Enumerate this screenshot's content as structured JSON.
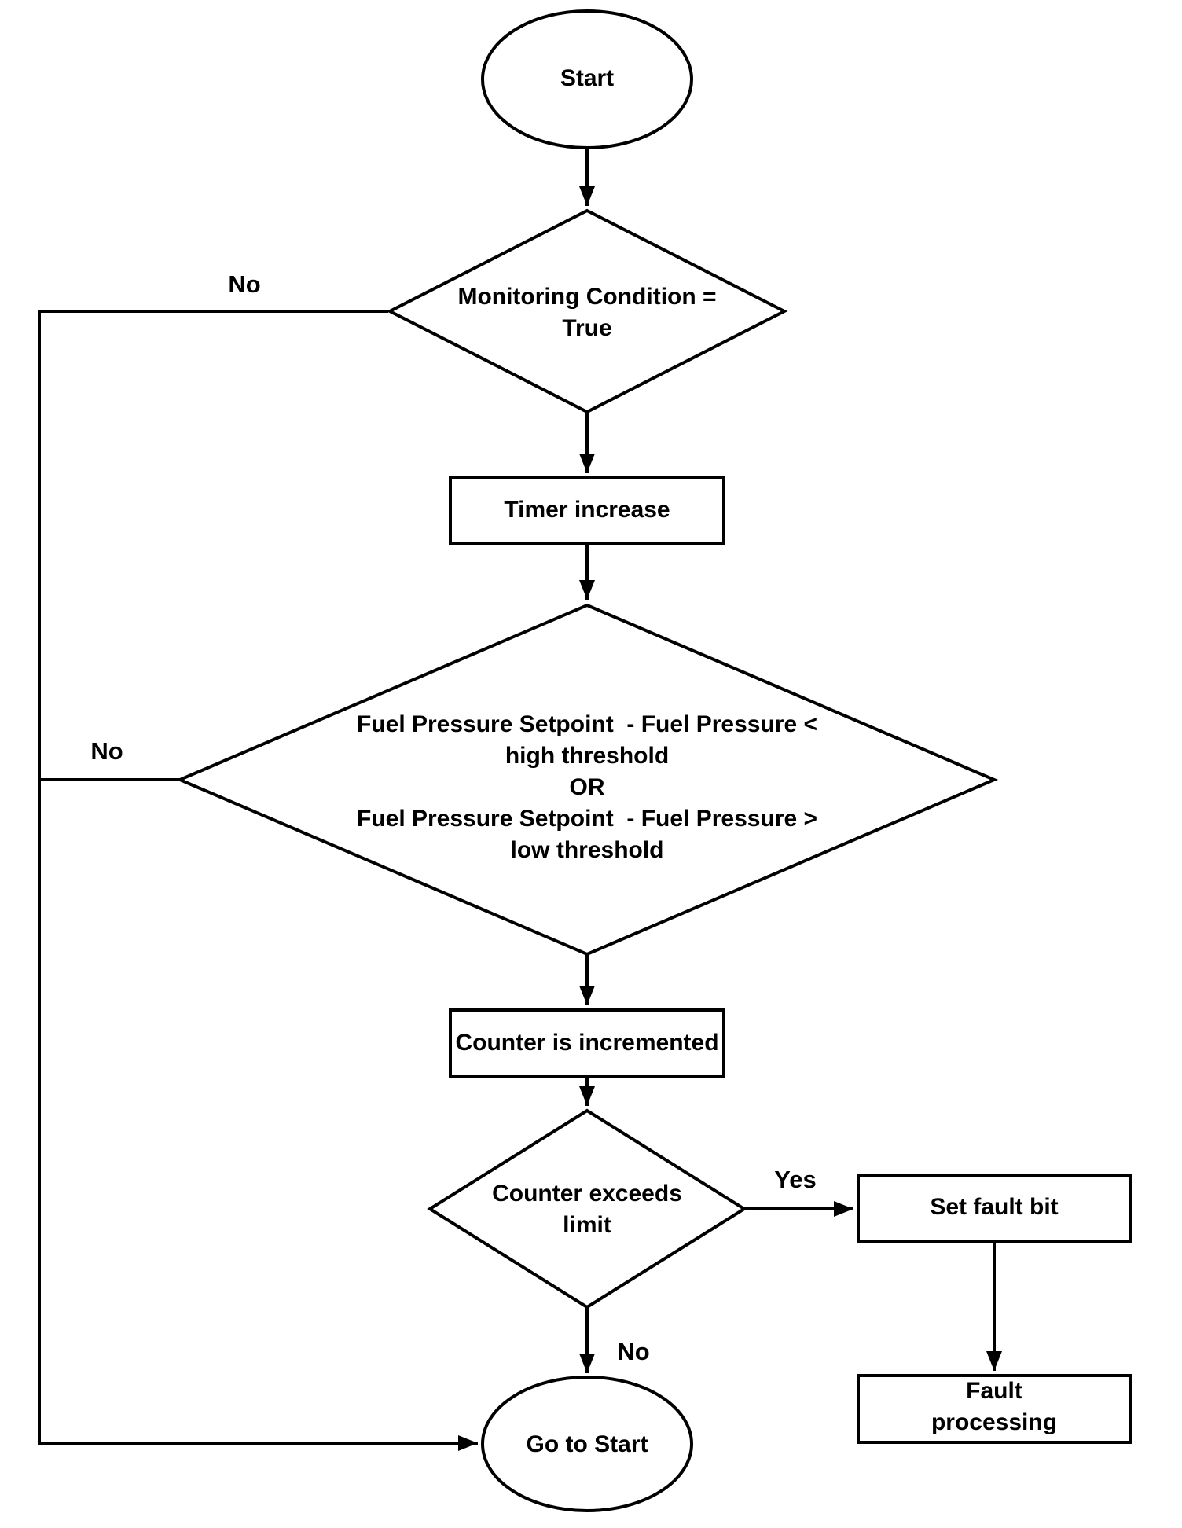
{
  "nodes": {
    "start": "Start",
    "monitoring_condition": "Monitoring Condition =\nTrue",
    "timer_increase": "Timer increase",
    "pressure_check": "Fuel Pressure Setpoint  - Fuel Pressure <\nhigh threshold\nOR\nFuel Pressure Setpoint  - Fuel Pressure >\nlow threshold",
    "counter_incremented": "Counter is incremented",
    "counter_exceeds": "Counter exceeds\nlimit",
    "set_fault_bit": "Set fault bit",
    "fault_processing": "Fault processing",
    "go_to_start": "Go to Start"
  },
  "edge_labels": {
    "monitoring_no": "No",
    "pressure_no": "No",
    "counter_yes": "Yes",
    "counter_no": "No"
  },
  "colors": {
    "line": "#000000",
    "background": "#ffffff"
  }
}
